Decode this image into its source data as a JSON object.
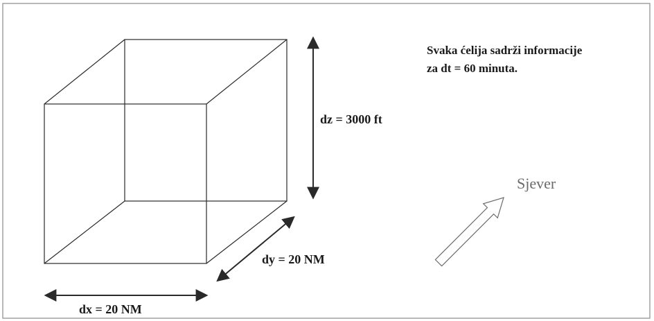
{
  "cell_info": {
    "line1": "Svaka ćelija sadrži informacije",
    "line2": "za dt = 60 minuta."
  },
  "dimensions": {
    "dz": "dz = 3000 ft",
    "dy": "dy = 20 NM",
    "dx": "dx = 20 NM"
  },
  "north": {
    "label": "Sjever"
  },
  "colors": {
    "stroke": "#2a2a2a",
    "text": "#1a1a1a",
    "north_text": "#6a6a6a"
  },
  "icons": {
    "north_arrow": "outline-arrow-northeast-icon",
    "dimension_arrows": "double-headed-arrow-icon"
  }
}
